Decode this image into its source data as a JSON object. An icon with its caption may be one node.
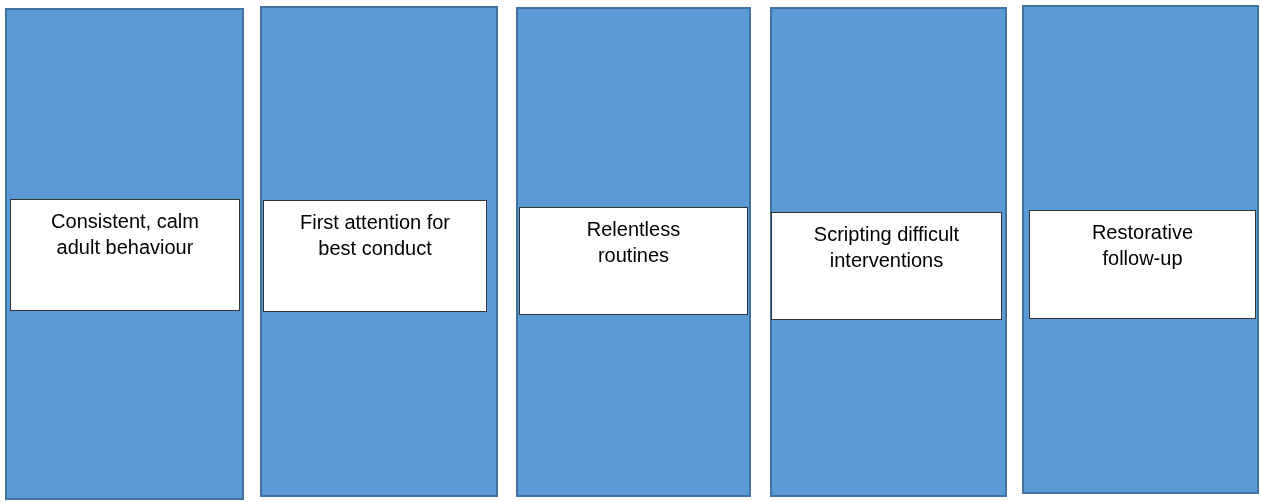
{
  "diagram": {
    "nodes": [
      {
        "text": [],
        "shape": "bar"
      },
      {
        "text": [
          "Consistent, calm adult behaviour"
        ],
        "in": 0
      },
      {
        "text": [],
        "shape": "bar"
      },
      {
        "text": [
          "First attention for best conduct"
        ],
        "in": 2
      },
      {
        "text": [],
        "shape": "bar"
      },
      {
        "text": [
          "Relentless routines"
        ],
        "in": 4
      },
      {
        "text": [],
        "shape": "bar"
      },
      {
        "text": [
          "Scripting difficult interventions"
        ],
        "in": 6
      },
      {
        "text": [],
        "shape": "bar"
      },
      {
        "text": [
          "Restorative follow-up"
        ],
        "in": 8
      }
    ]
  }
}
